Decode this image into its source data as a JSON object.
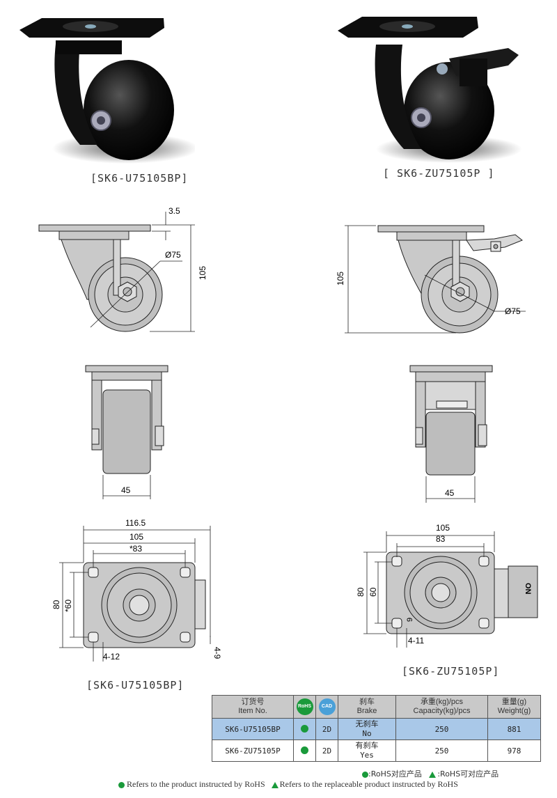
{
  "captions": {
    "photo_left": "[SK6-U75105BP]",
    "photo_right": "[ SK6-ZU75105P ]",
    "top_view_left": "[SK6-U75105BP]",
    "top_view_right": "[SK6-ZU75105P]"
  },
  "dimensions": {
    "side_left": {
      "plate": "3.5",
      "wheel_dia": "Ø75",
      "height": "105"
    },
    "side_right": {
      "height": "105",
      "wheel_dia": "Ø75"
    },
    "front_left": {
      "width": "45"
    },
    "front_right": {
      "width": "45"
    },
    "top_left": {
      "overall": "116.5",
      "plate_len": "105",
      "hole_len": "*83",
      "plate_wid": "80",
      "hole_wid": "*60",
      "slot": "4-12",
      "side": "4-9"
    },
    "top_right": {
      "plate_len": "105",
      "hole_len": "83",
      "plate_wid": "80",
      "hole_wid": "60",
      "small": "9",
      "slot": "4-11",
      "brake_text": "ON"
    }
  },
  "table": {
    "headers": {
      "item_cn": "订货号",
      "item_en": "Item No.",
      "rohs": "RoHS",
      "cad": "CAD",
      "brake_cn": "刹车",
      "brake_en": "Brake",
      "cap_cn": "承重(kg)/pcs",
      "cap_en": "Capacity(kg)/pcs",
      "weight_cn": "重量(g)",
      "weight_en": "Weight(g)"
    },
    "rows": [
      {
        "item": "SK6-U75105BP",
        "cad": "2D",
        "brake_cn": "无刹车",
        "brake_en": "No",
        "capacity": "250",
        "weight": "881"
      },
      {
        "item": "SK6-ZU75105P",
        "cad": "2D",
        "brake_cn": "有刹车",
        "brake_en": "Yes",
        "capacity": "250",
        "weight": "978"
      }
    ]
  },
  "legend": {
    "rohs_cn": ":RoHS对应产品",
    "rohs_replace_cn": ":RoHS可对应产品",
    "rohs_en": "Refers to the product instructed by RoHS",
    "rohs_replace_en": "Refers to the replaceable product instructed by RoHS"
  },
  "colors": {
    "accent_row": "#a9c8e8",
    "rohs_green": "#1a9a3b",
    "cad_blue": "#4aa0d8"
  }
}
